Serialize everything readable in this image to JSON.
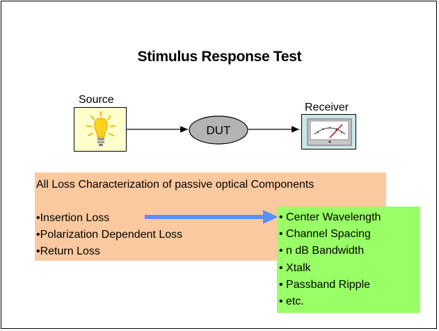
{
  "slide": {
    "title": "Stimulus Response Test"
  },
  "diagram": {
    "source_label": "Source",
    "receiver_label": "Receiver",
    "dut_label": "DUT"
  },
  "panel": {
    "heading": "All Loss Characterization of passive optical Components",
    "items": [
      "•Insertion Loss",
      "•Polarization Dependent Loss",
      "•Return Loss"
    ]
  },
  "results": {
    "items": [
      "• Center Wavelength",
      "• Channel Spacing",
      "• n dB Bandwidth",
      "• Xtalk",
      "• Passband Ripple",
      "• etc."
    ]
  },
  "colors": {
    "orange_panel": "#fbc99f",
    "green_panel": "#99ff66",
    "arrow_blue": "#5b8ff9",
    "source_fill": "#ffffcc",
    "receiver_fill": "#cce6e6",
    "dut_fill": "#b3b3b3"
  },
  "icons": {
    "source": "lightbulb-icon",
    "receiver": "analog-meter-icon"
  }
}
